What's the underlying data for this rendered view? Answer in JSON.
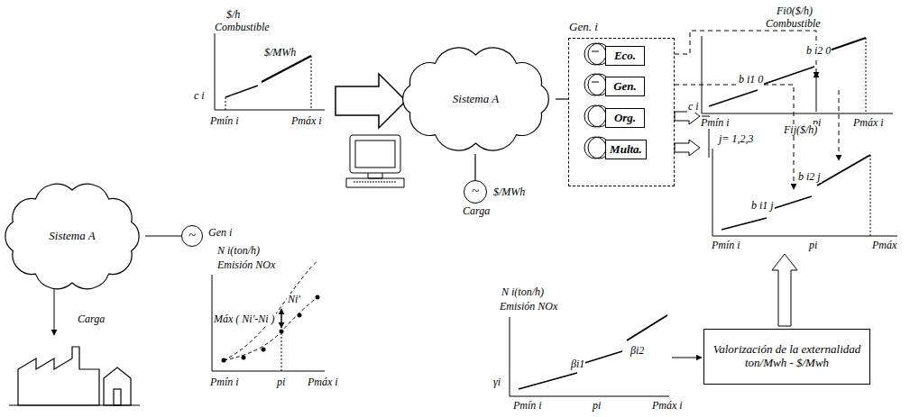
{
  "diagram": {
    "nodes": [
      {
        "text": [
          "Sistema A"
        ]
      },
      {
        "text": [
          "~"
        ]
      },
      {
        "text": [
          "Sistema A"
        ]
      },
      {
        "text": [
          "~"
        ]
      },
      {
        "text": [
          "Gen. i"
        ]
      },
      {
        "text": [
          "Eco."
        ],
        "in": 4
      },
      {
        "text": [
          "Gen."
        ],
        "in": 4
      },
      {
        "text": [
          "Org."
        ],
        "in": 4
      },
      {
        "text": [
          "Multa."
        ],
        "in": 4
      },
      {
        "text": [
          "Valorización de la externalidad ton/Mwh - $/Mwh"
        ]
      }
    ],
    "edges": [
      {
        "from": 0,
        "to": 1,
        "arrow": "none"
      },
      {
        "from": 2,
        "to": 3,
        "arrow": "none"
      },
      {
        "from": 2,
        "to": 4,
        "arrow": "none"
      }
    ],
    "labels": [
      "$/h",
      "Combustible",
      "$/MWh",
      "c i",
      "Pmín i",
      "Pmáx i",
      "N i(ton/h)",
      "Emisión NOx",
      "Ni'",
      "Máx ( Ni'-Ni )",
      "Pmín i",
      "pi",
      "Pmáx i",
      "Carga",
      "Gen i",
      "$/MWh",
      "Carga",
      "Fi0($/h)",
      "Combustible",
      "c i",
      "b i1 0",
      "b i2 0",
      "Pmín i",
      "pi",
      "Pmáx i",
      "Fij($/h)",
      "j= 1,2,3",
      "b i1 j",
      "b i2 j",
      "Pmín i",
      "pi",
      "Pmáx",
      "N i(ton/h)",
      "Emisión NOx",
      "γi",
      "βi1",
      "βi2",
      "Pmín i",
      "pi",
      "Pmáx i"
    ]
  }
}
